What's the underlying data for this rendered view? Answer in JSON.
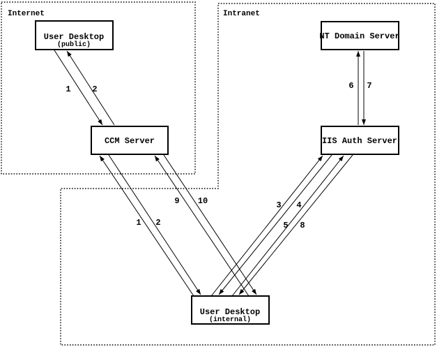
{
  "diagram": {
    "colors": {
      "background": "#ffffff",
      "line": "#000000"
    },
    "regions": {
      "internet": {
        "label": "Internet"
      },
      "intranet": {
        "label": "Intranet"
      }
    },
    "nodes": {
      "user_desktop_public": {
        "label": "User Desktop",
        "sublabel": "(public)"
      },
      "ccm_server": {
        "label": "CCM Server"
      },
      "nt_domain_server": {
        "label": "NT Domain Server"
      },
      "iis_auth_server": {
        "label": "IIS Auth Server"
      },
      "user_desktop_internal": {
        "label": "User Desktop",
        "sublabel": "(internal)"
      }
    },
    "edges": [
      {
        "label": "1",
        "from": "user_desktop_public",
        "to": "ccm_server",
        "arrow_into": "ccm_server"
      },
      {
        "label": "2",
        "from": "ccm_server",
        "to": "user_desktop_public",
        "arrow_into": "user_desktop_public"
      },
      {
        "label": "1",
        "from": "user_desktop_internal",
        "to": "ccm_server",
        "arrow_into": "ccm_server"
      },
      {
        "label": "2",
        "from": "ccm_server",
        "to": "user_desktop_internal",
        "arrow_into": "user_desktop_internal"
      },
      {
        "label": "3",
        "from": "user_desktop_internal",
        "to": "iis_auth_server",
        "arrow_into": "iis_auth_server"
      },
      {
        "label": "4",
        "from": "iis_auth_server",
        "to": "user_desktop_internal",
        "arrow_into": "user_desktop_internal"
      },
      {
        "label": "5",
        "from": "user_desktop_internal",
        "to": "iis_auth_server",
        "arrow_into": "iis_auth_server"
      },
      {
        "label": "6",
        "from": "iis_auth_server",
        "to": "nt_domain_server",
        "arrow_into": "nt_domain_server"
      },
      {
        "label": "7",
        "from": "nt_domain_server",
        "to": "iis_auth_server",
        "arrow_into": "iis_auth_server"
      },
      {
        "label": "8",
        "from": "iis_auth_server",
        "to": "user_desktop_internal",
        "arrow_into": "user_desktop_internal"
      },
      {
        "label": "9",
        "from": "user_desktop_internal",
        "to": "ccm_server",
        "arrow_into": "ccm_server"
      },
      {
        "label": "10",
        "from": "ccm_server",
        "to": "user_desktop_internal",
        "arrow_into": "user_desktop_internal"
      }
    ]
  }
}
